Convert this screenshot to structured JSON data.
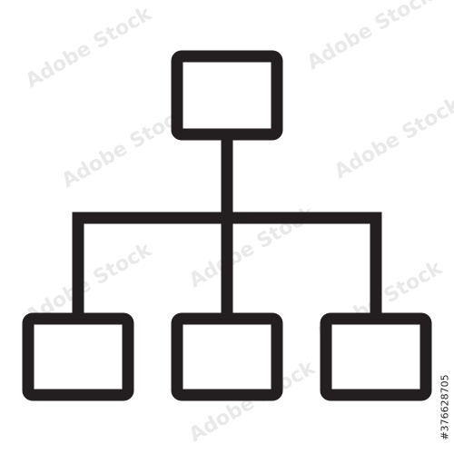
{
  "icon": {
    "name": "hierarchy-org-chart-icon",
    "stroke_color": "#231f20",
    "fill_color": "#ffffff",
    "node_count": 4
  },
  "watermark": {
    "text": "Adobe Stock",
    "color": "#e9e9e9"
  },
  "stock_id": "#376628705"
}
